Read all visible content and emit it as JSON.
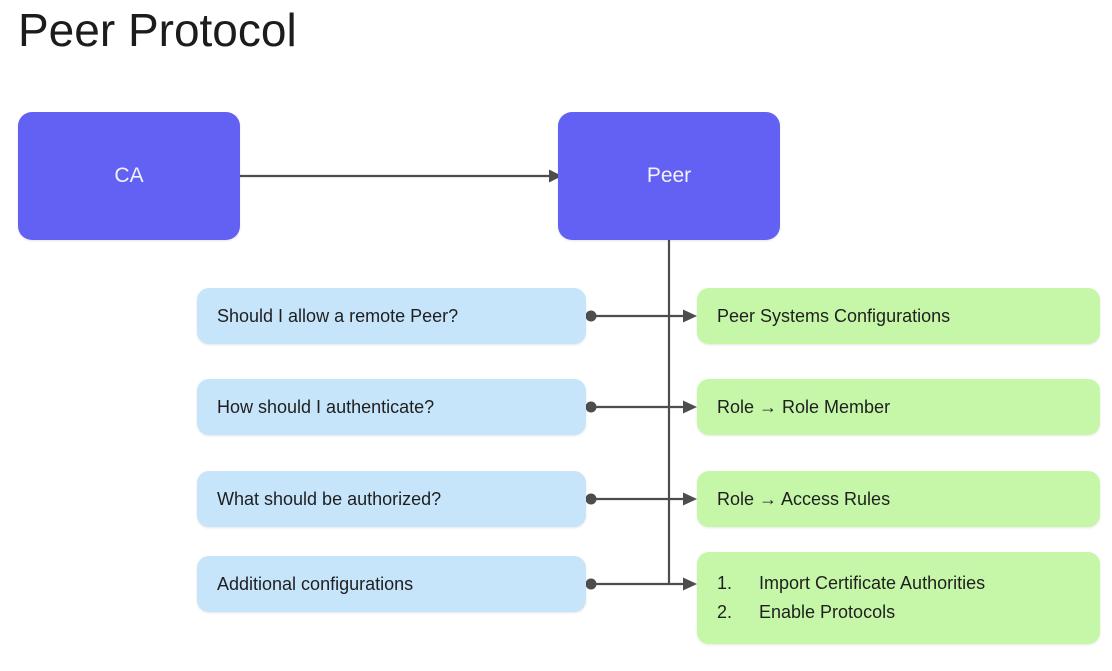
{
  "title": "Peer Protocol",
  "colors": {
    "primary_node": "#6361F4",
    "question_node": "#C6E4FA",
    "answer_node": "#C6F7A8",
    "edge": "#4d4d4d",
    "title_text": "#1c1c1c",
    "primary_text": "#f2f2f8",
    "body_text": "#1f1f1f",
    "background": "#ffffff"
  },
  "diagram": {
    "type": "flowchart",
    "primary_nodes": [
      {
        "id": "ca",
        "label": "CA"
      },
      {
        "id": "peer",
        "label": "Peer"
      }
    ],
    "rows": [
      {
        "question": "Should I allow a remote Peer?",
        "answer": "Peer Systems Configurations"
      },
      {
        "question": "How should I authenticate?",
        "answer": "Role → Role Member"
      },
      {
        "question": "What should be authorized?",
        "answer": "Role → Access Rules"
      },
      {
        "question": "Additional configurations",
        "answer_list": [
          {
            "num": "1.",
            "text": "Import Certificate Authorities"
          },
          {
            "num": "2.",
            "text": "Enable Protocols"
          }
        ]
      }
    ],
    "edges": [
      {
        "from": "ca",
        "to": "peer",
        "kind": "arrow"
      },
      {
        "from": "peer",
        "to": "row-4-answer",
        "kind": "trunk"
      },
      {
        "from": "row-1-question",
        "to": "row-1-answer",
        "kind": "dot-arrow"
      },
      {
        "from": "row-2-question",
        "to": "row-2-answer",
        "kind": "dot-arrow"
      },
      {
        "from": "row-3-question",
        "to": "row-3-answer",
        "kind": "dot-arrow"
      },
      {
        "from": "row-4-question",
        "to": "row-4-answer",
        "kind": "dot-arrow"
      }
    ]
  }
}
